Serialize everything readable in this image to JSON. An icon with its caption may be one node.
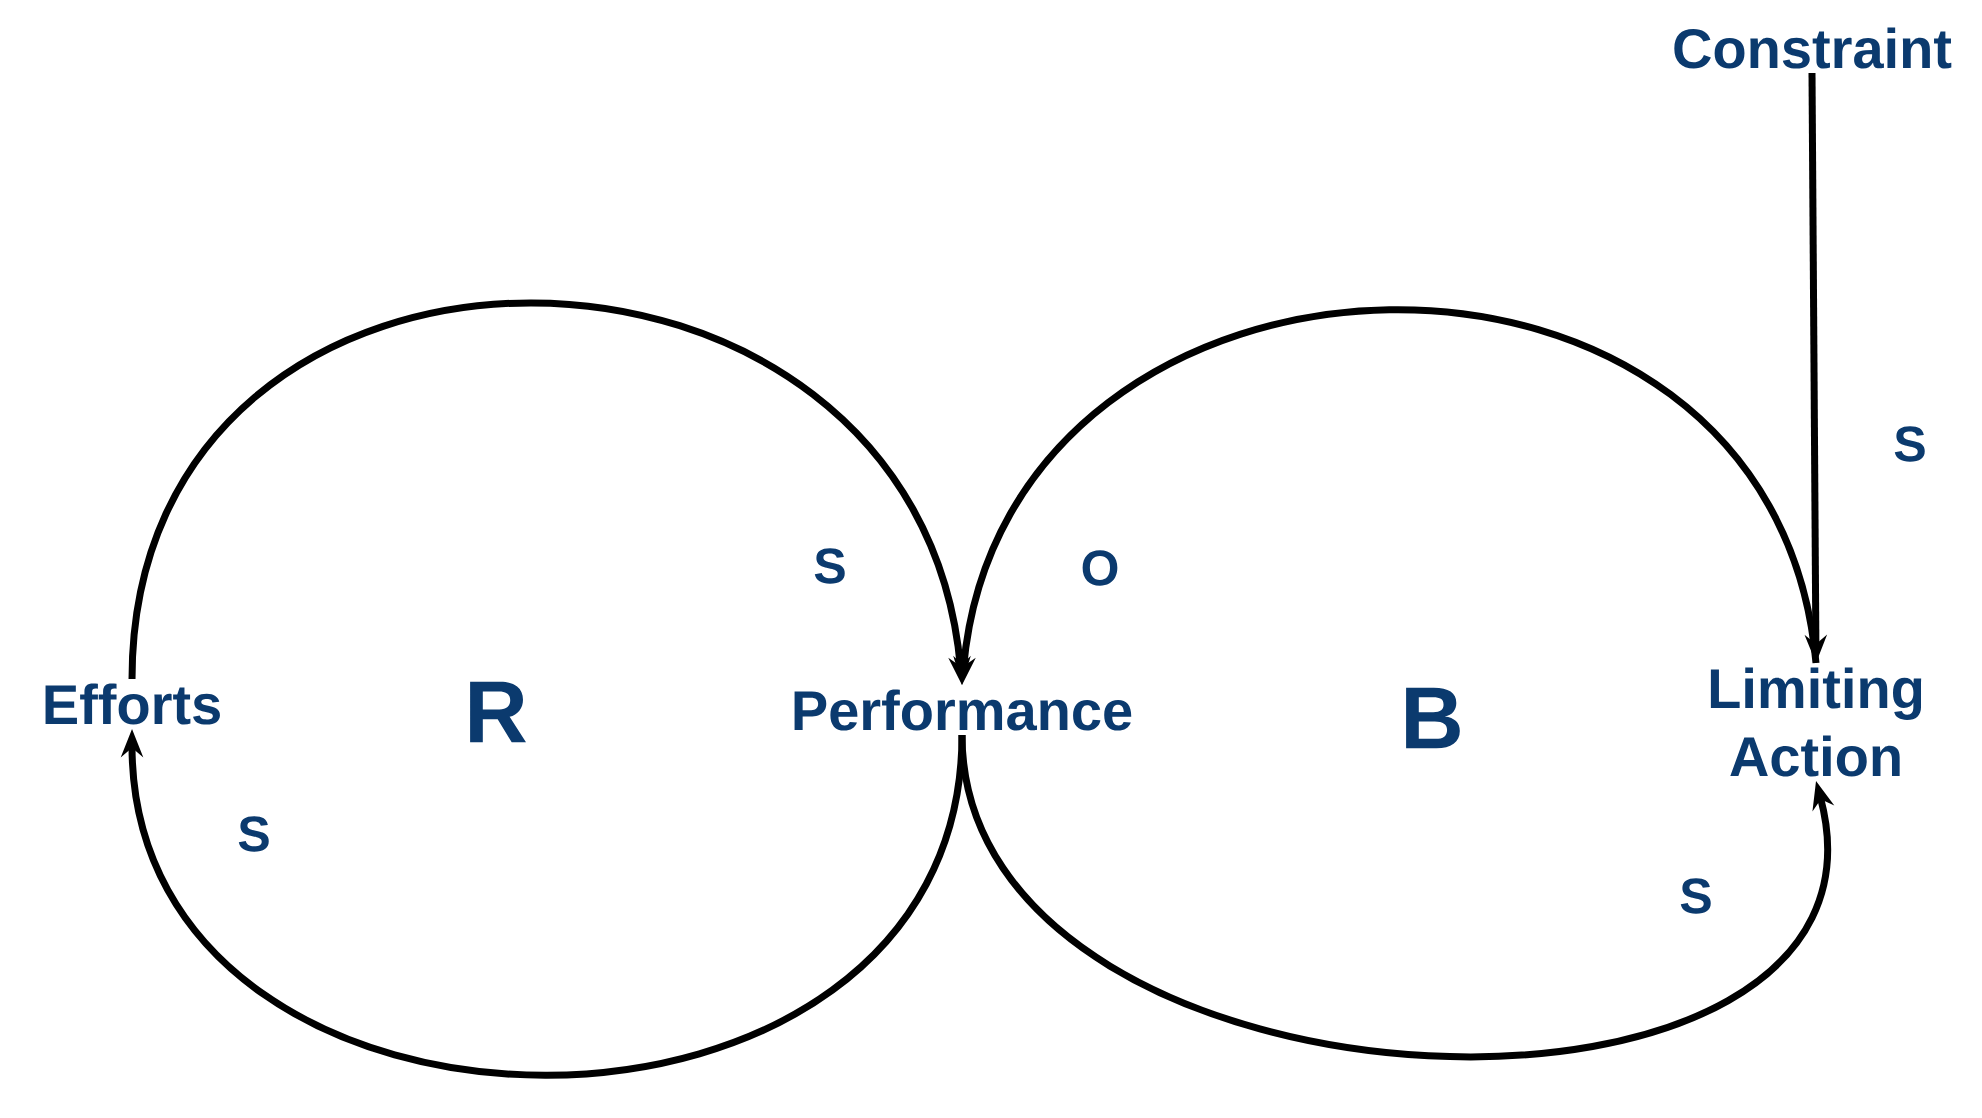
{
  "diagram": {
    "nodes": [
      {
        "text": [
          "Constraint"
        ]
      },
      {
        "text": [
          "Efforts"
        ]
      },
      {
        "text": [
          "Performance"
        ]
      },
      {
        "text": [
          "Limiting Action"
        ]
      }
    ],
    "edges": [
      {
        "from": 1,
        "to": 2,
        "arrow": "to",
        "label": "S"
      },
      {
        "from": 2,
        "to": 1,
        "arrow": "to",
        "label": "S"
      },
      {
        "from": 3,
        "to": 2,
        "arrow": "to",
        "label": "O"
      },
      {
        "from": 2,
        "to": 3,
        "arrow": "to",
        "label": "S"
      },
      {
        "from": 0,
        "to": 3,
        "arrow": "to",
        "label": "S"
      }
    ],
    "labels": [
      "R",
      "B"
    ]
  }
}
